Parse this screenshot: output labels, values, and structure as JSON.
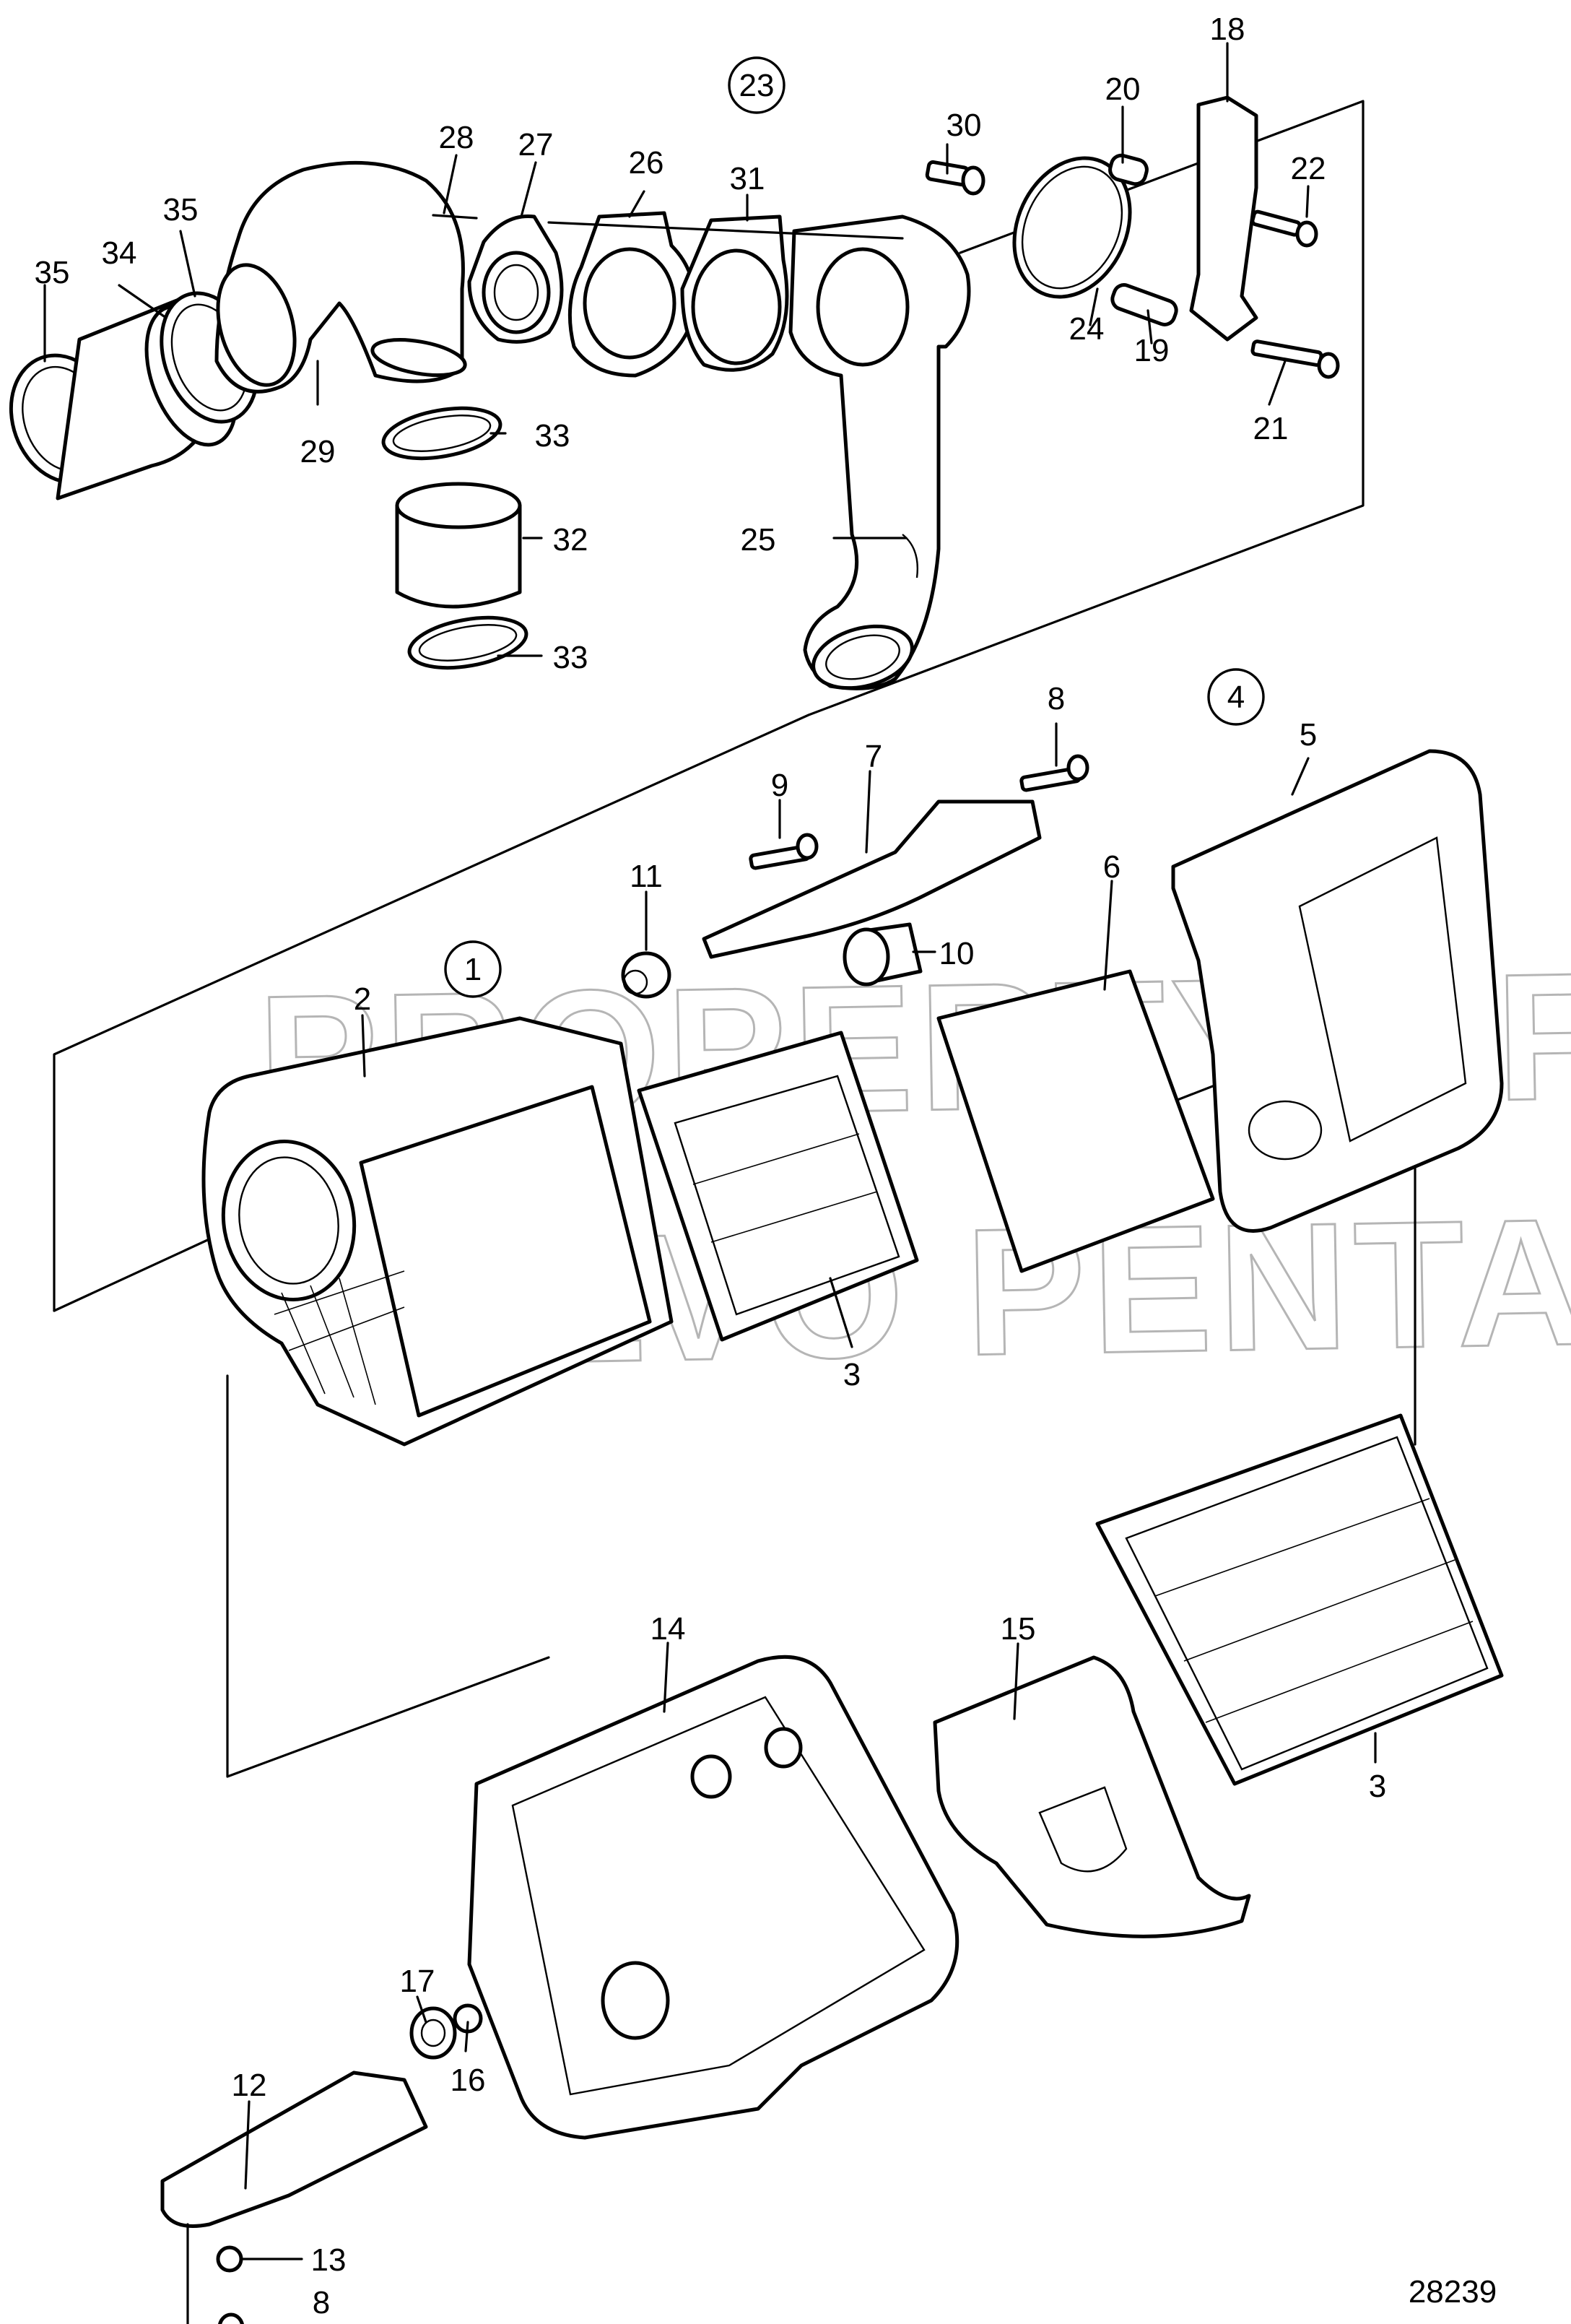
{
  "diagram": {
    "watermark_lines": [
      "PROPERTY OF",
      "VOLVO PENTA"
    ],
    "figure_number": "28239",
    "group_labels": [
      "23",
      "4",
      "1"
    ],
    "part_labels": [
      "35",
      "34",
      "35",
      "28",
      "27",
      "26",
      "31",
      "30",
      "20",
      "18",
      "22",
      "24",
      "19",
      "21",
      "29",
      "33",
      "32",
      "33",
      "25",
      "8",
      "9",
      "7",
      "5",
      "6",
      "11",
      "10",
      "2",
      "3",
      "14",
      "15",
      "3",
      "12",
      "17",
      "16",
      "13",
      "8"
    ]
  }
}
